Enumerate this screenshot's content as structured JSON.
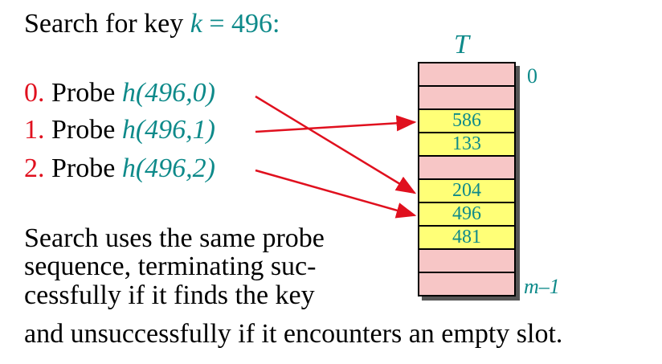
{
  "title": {
    "prefix": "Search for key ",
    "var": "k",
    "suffix": " = 496:"
  },
  "probes": [
    {
      "num": "0.",
      "text": " Probe ",
      "fn": "h(496,0)"
    },
    {
      "num": "1.",
      "text": " Probe ",
      "fn": "h(496,1)"
    },
    {
      "num": "2.",
      "text": " Probe ",
      "fn": "h(496,2)"
    }
  ],
  "table": {
    "label": "T",
    "index_top": "0",
    "index_bottom": "m–1",
    "slots": [
      "",
      "",
      "586",
      "133",
      "",
      "204",
      "496",
      "481",
      "",
      ""
    ]
  },
  "paragraph": {
    "line1": "Search uses the same probe",
    "line2": "sequence, terminating suc-",
    "line3": "cessfully if it finds the key",
    "line4": "and unsuccessfully if it encounters an empty slot."
  },
  "colors": {
    "accent_teal": "#0e8a8a",
    "accent_red": "#e0101e",
    "empty_slot": "#f7c6c6",
    "filled_slot": "#ffff77"
  }
}
